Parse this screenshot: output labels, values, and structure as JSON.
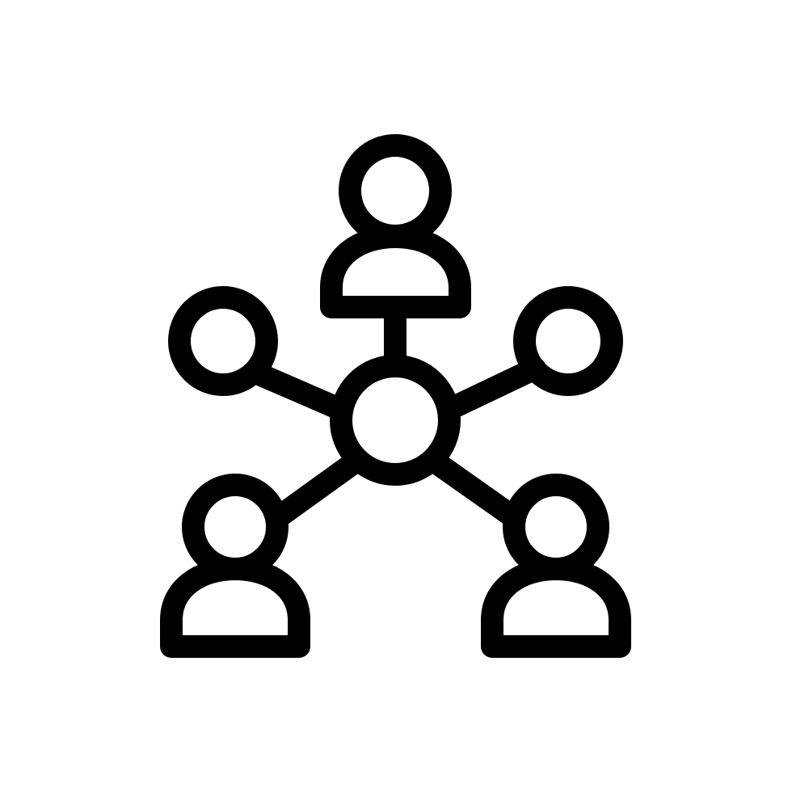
{
  "icon": {
    "name": "network-people-icon",
    "nodes": [
      {
        "id": "top",
        "kind": "person"
      },
      {
        "id": "left",
        "kind": "circle"
      },
      {
        "id": "right",
        "kind": "circle"
      },
      {
        "id": "bottom-left",
        "kind": "person"
      },
      {
        "id": "bottom-right",
        "kind": "person"
      },
      {
        "id": "hub",
        "kind": "circle"
      }
    ]
  },
  "colors": {
    "background": "#ffffff",
    "stroke": "#000000"
  }
}
